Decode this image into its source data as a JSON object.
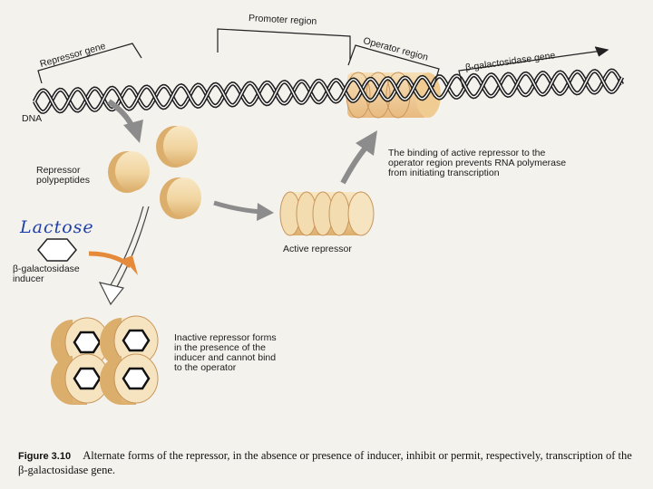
{
  "labels": {
    "promoter_region": "Promoter region",
    "operator_region": "Operator region",
    "repressor_gene": "Repressor gene",
    "beta_gal_gene": "β-galactosidase gene",
    "dna": "DNA",
    "repressor_polypeptides": "Repressor polypeptides",
    "binding_note": "The binding of active repressor to the operator region prevents RNA polymerase from initiating transcription",
    "active_repressor": "Active repressor",
    "lactose_handwritten": "Lactose",
    "inducer": "β-galactosidase inducer",
    "inactive_note": "Inactive repressor forms in the presence of the inducer and cannot bind to the operator"
  },
  "caption": {
    "figure_label": "Figure 3.10",
    "text": "Alternate forms of the repressor, in the absence or presence of inducer, inhibit or permit, respectively, transcription of the β-galactosidase gene."
  },
  "colors": {
    "dna_strand": "#1e1e1e",
    "repressor_fill": "#f2d9a8",
    "repressor_shade": "#e4b877",
    "arrow_gray": "#8c8c8c",
    "inducer_arrow": "#e58a3a",
    "handwriting": "#1f3fa8"
  }
}
